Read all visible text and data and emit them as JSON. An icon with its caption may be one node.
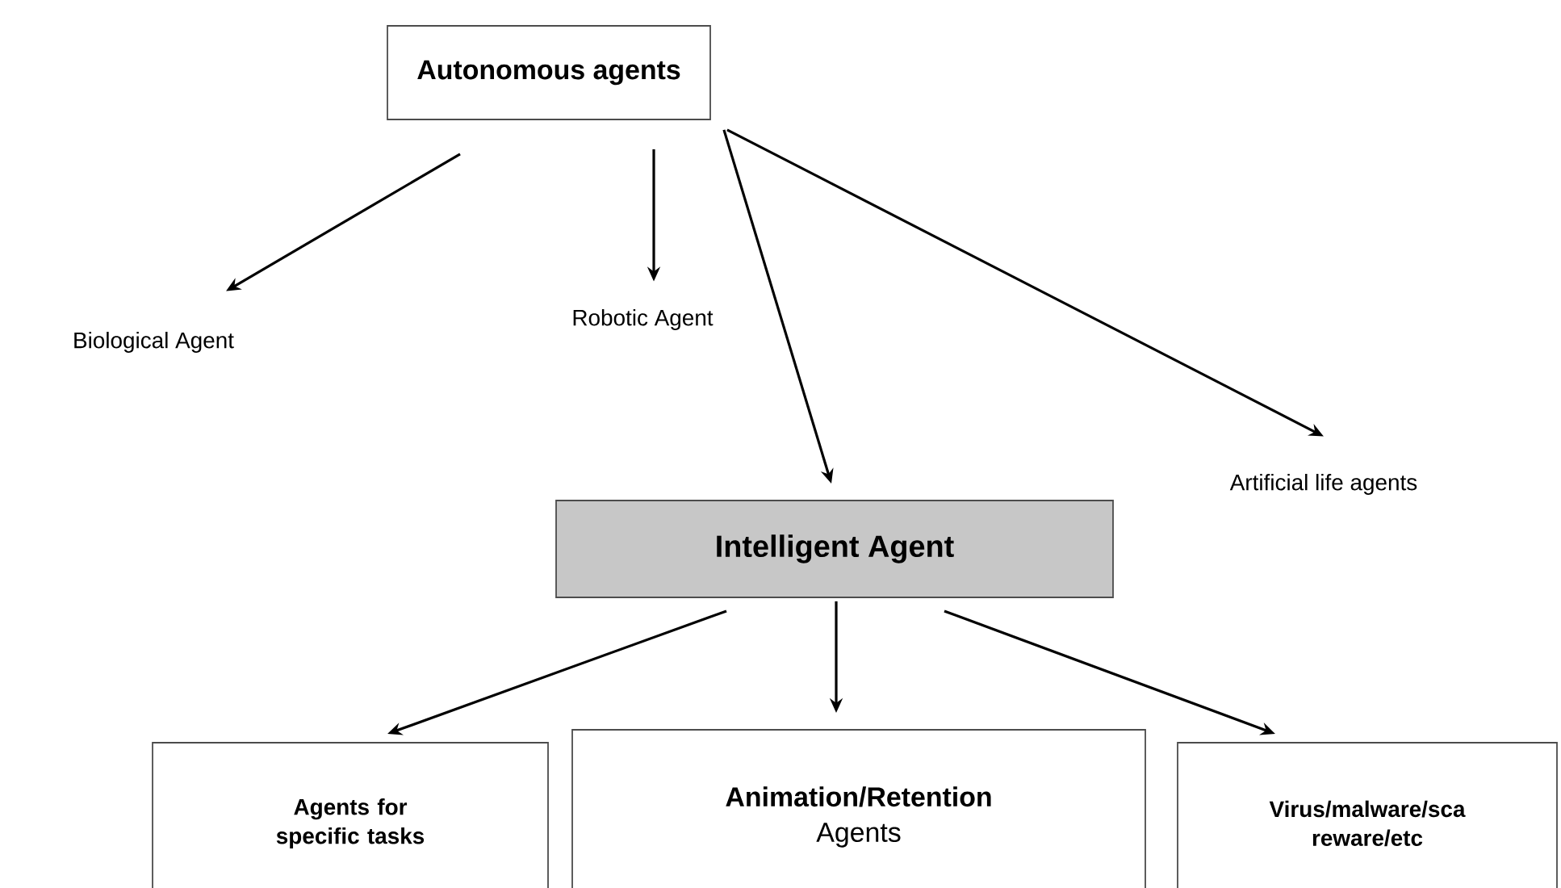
{
  "diagram": {
    "nodes": [
      {
        "text": [
          "Autonomous agents"
        ]
      },
      {
        "text": [
          "Biological Agent"
        ]
      },
      {
        "text": [
          "Robotic Agent"
        ]
      },
      {
        "text": [
          "Intelligent Agent"
        ]
      },
      {
        "text": [
          "Artificial life agents"
        ]
      },
      {
        "text": [
          "Agents for specific tasks"
        ]
      },
      {
        "text": [
          "**Animation/Retention** Agents"
        ]
      },
      {
        "text": [
          "Virus/malware/sca reware/etc"
        ]
      }
    ],
    "edges": [
      {
        "from": 0,
        "to": 1,
        "arrow": "to"
      },
      {
        "from": 0,
        "to": 2,
        "arrow": "to"
      },
      {
        "from": 0,
        "to": 3,
        "arrow": "to"
      },
      {
        "from": 0,
        "to": 4,
        "arrow": "to"
      },
      {
        "from": 3,
        "to": 5,
        "arrow": "to"
      },
      {
        "from": 3,
        "to": 6,
        "arrow": "to"
      },
      {
        "from": 3,
        "to": 7,
        "arrow": "to"
      }
    ]
  }
}
